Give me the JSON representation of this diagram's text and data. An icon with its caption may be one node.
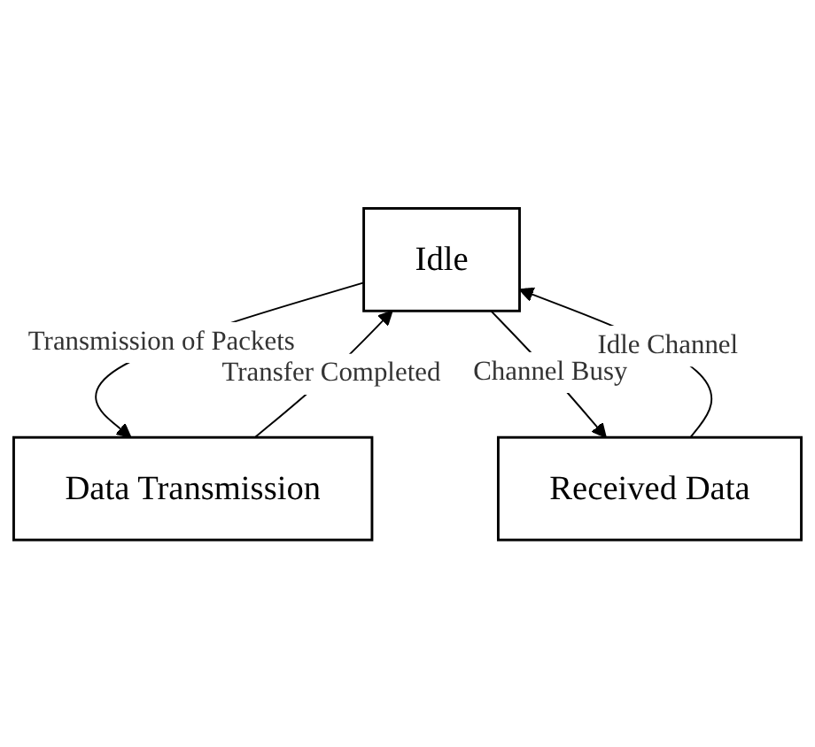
{
  "diagram": {
    "nodes": [
      {
        "text": [
          "Idle"
        ]
      },
      {
        "text": [
          "Data Transmission"
        ]
      },
      {
        "text": [
          "Received Data"
        ]
      }
    ],
    "edges": [
      {
        "from": 0,
        "to": 1,
        "arrow": "to",
        "label": "Transmission of Packets"
      },
      {
        "from": 1,
        "to": 0,
        "arrow": "to",
        "label": "Transfer Completed"
      },
      {
        "from": 0,
        "to": 2,
        "arrow": "to",
        "label": "Channel Busy"
      },
      {
        "from": 2,
        "to": 0,
        "arrow": "to",
        "label": "Idle Channel"
      }
    ]
  }
}
